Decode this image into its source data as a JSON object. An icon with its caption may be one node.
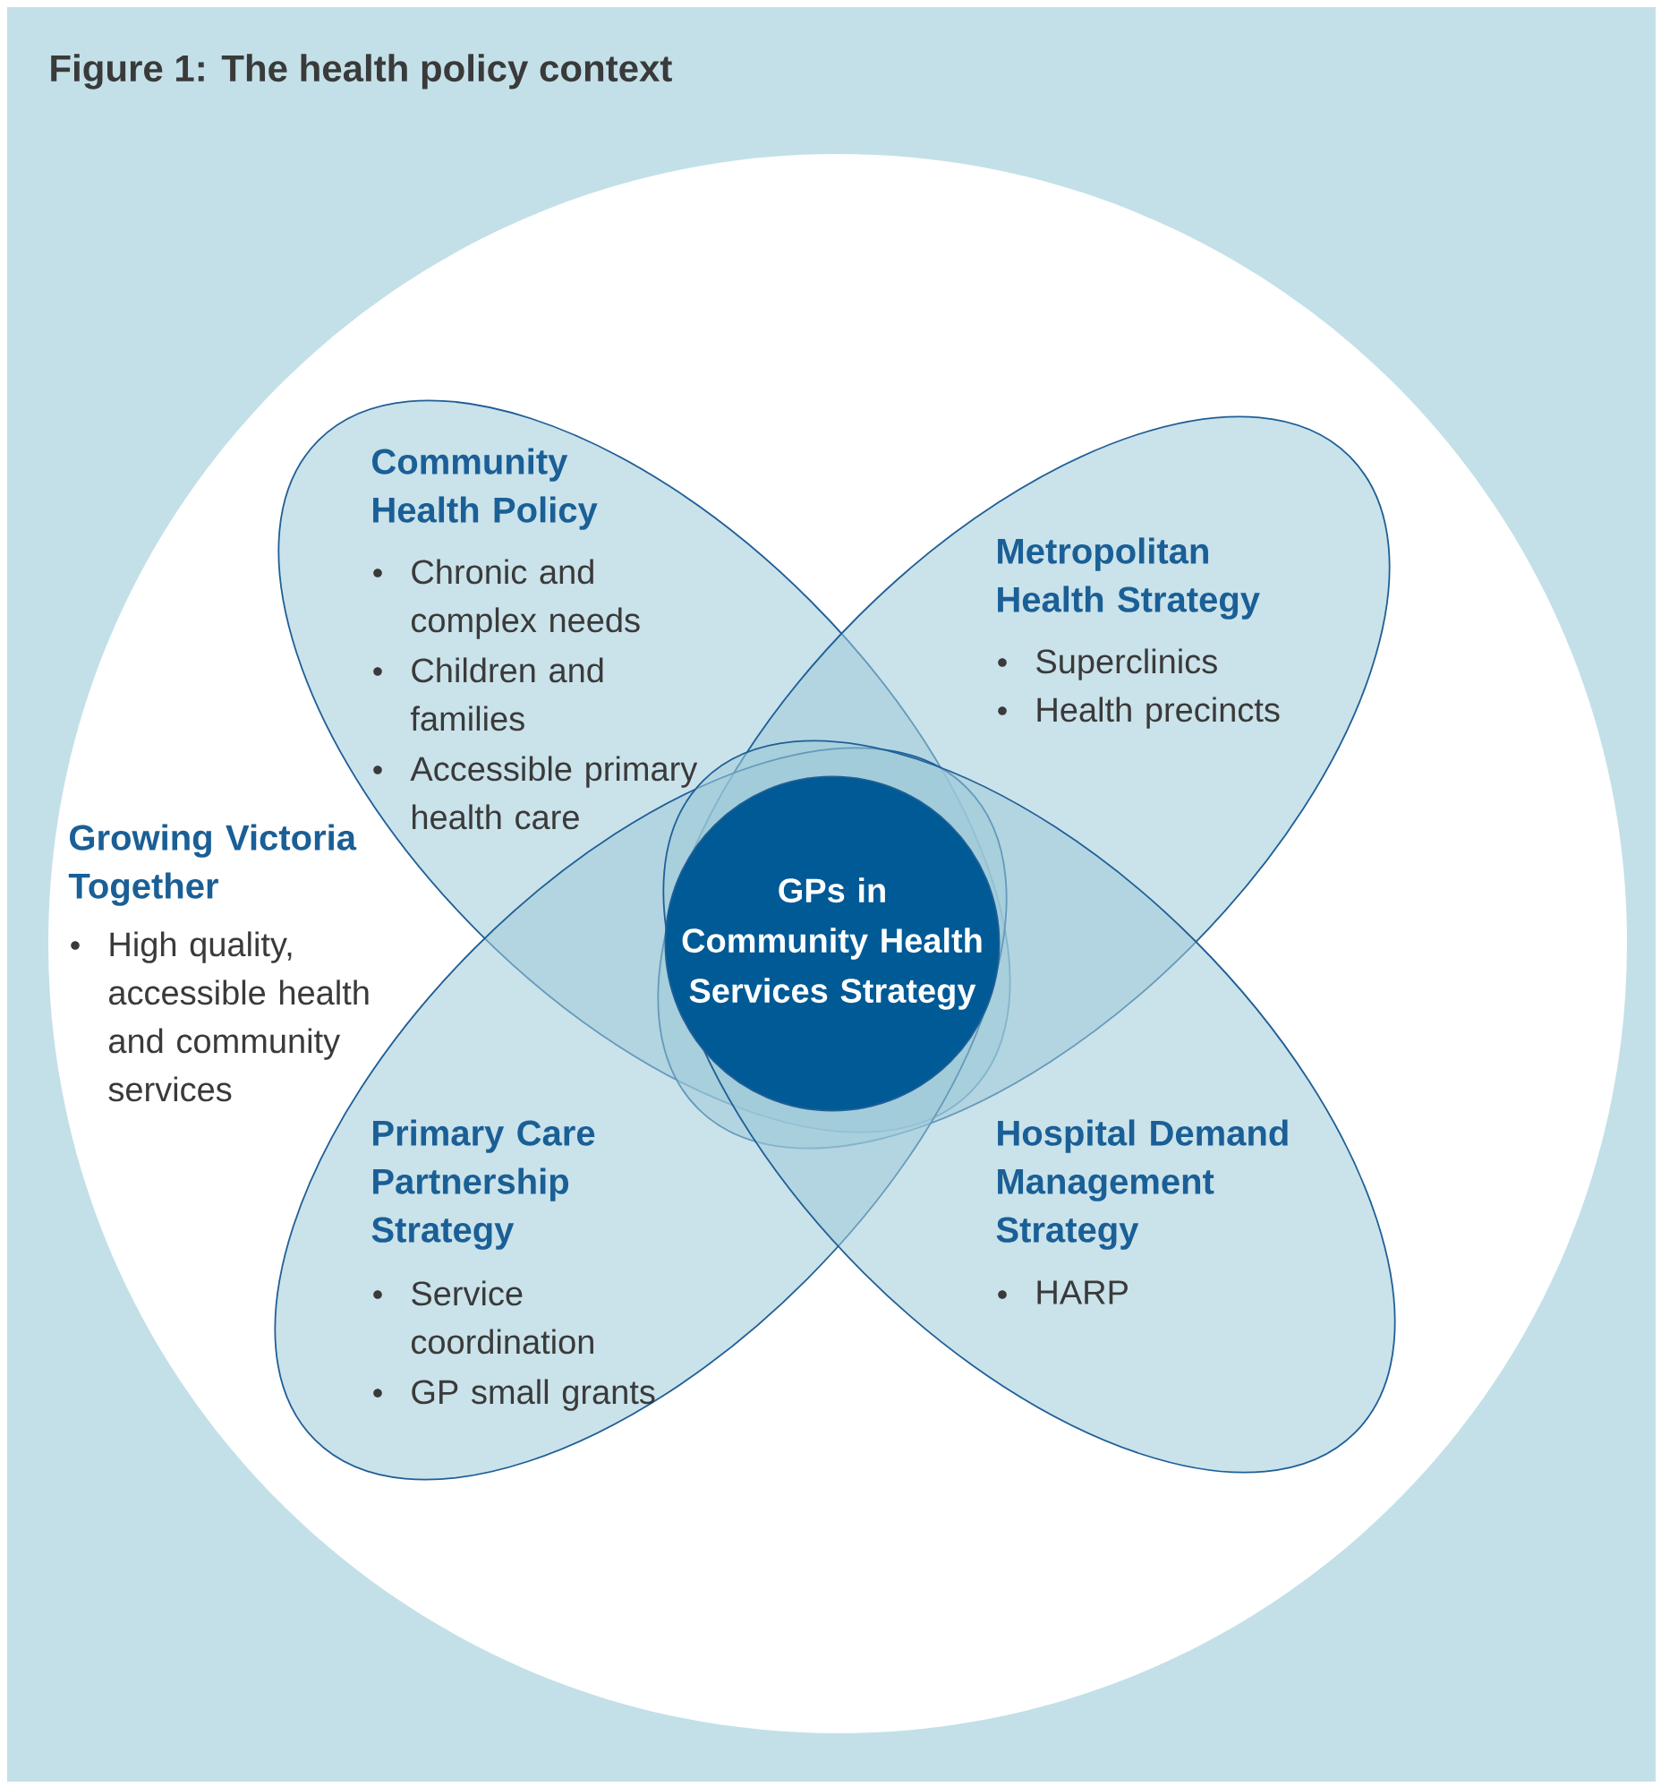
{
  "diagram": {
    "title": "Figure 1: The health policy context",
    "nodes": [
      {
        "text": [
          "Growing Victoria Together",
          "High quality, accessible health and community services"
        ]
      },
      {
        "text": [
          "Community Health Policy",
          "Chronic and complex needs",
          "Children and families",
          "Accessible primary health care"
        ],
        "in": 0
      },
      {
        "text": [
          "Metropolitan Health Strategy",
          "Superclinics",
          "Health precincts"
        ],
        "in": 0
      },
      {
        "text": [
          "Primary Care Partnership Strategy",
          "Service coordination",
          "GP small grants"
        ],
        "in": 0
      },
      {
        "text": [
          "Hospital Demand Management Strategy",
          "HARP"
        ],
        "in": 0
      },
      {
        "text": [
          "GPs in Community Health Services Strategy"
        ]
      }
    ]
  }
}
